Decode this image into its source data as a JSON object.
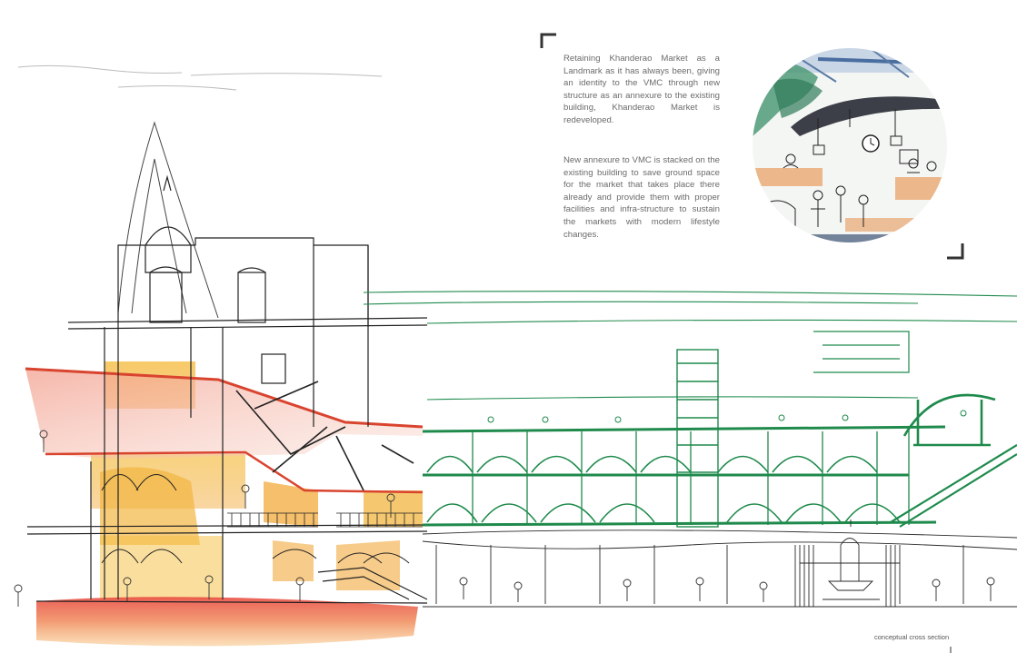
{
  "description_text": {
    "paragraph_1": "Retaining Khanderao Market as a Landmark as it has always been, giving an identity to the VMC through new structure as an annexure to the existing building, Khanderao Market is redeveloped.",
    "paragraph_2": "New annexure to VMC is stacked on the existing building to save ground space for the market that takes place there already and provide them with proper facilities and infra-structure to sustain the markets with modern lifestyle changes."
  },
  "caption": "conceptual cross section",
  "colors": {
    "ink": "#2a2a2a",
    "green_ink": "#1f8a4c",
    "watercolor_yellow": "#f3b23a",
    "watercolor_red": "#d9442f",
    "watercolor_pink": "#ef7f6c",
    "bracket": "#333333",
    "text": "#6b6b6b"
  }
}
